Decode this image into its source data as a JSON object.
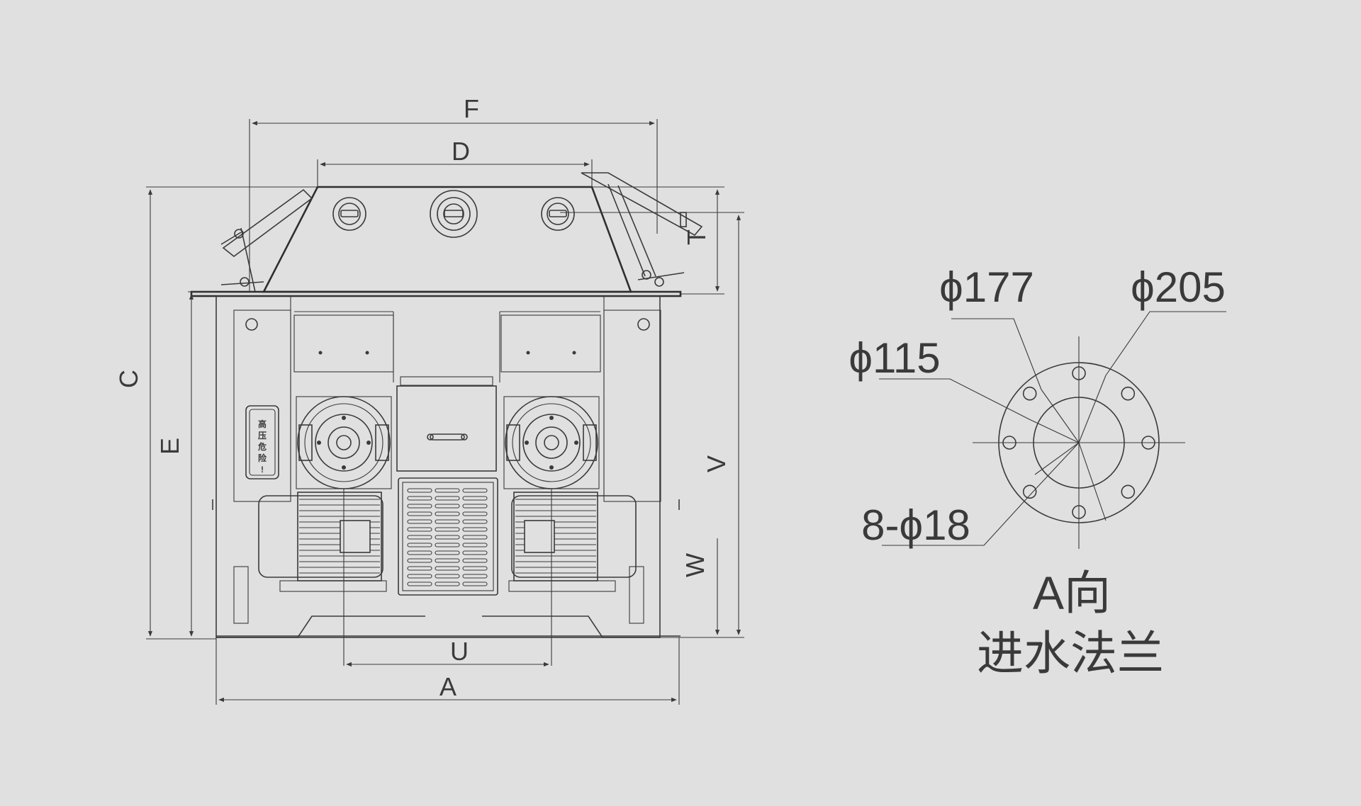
{
  "drawing": {
    "dimension_labels": {
      "F": "F",
      "D": "D",
      "T": "T",
      "C": "C",
      "E": "E",
      "V": "V",
      "W": "W",
      "U": "U",
      "A": "A"
    },
    "warning_sign": [
      "高",
      "压",
      "危",
      "险",
      "!"
    ]
  },
  "flange": {
    "dia_177": "ϕ177",
    "dia_205": "ϕ205",
    "dia_115": "ϕ115",
    "holes": "8-ϕ18",
    "view_label": "A向",
    "caption": "进水法兰"
  }
}
